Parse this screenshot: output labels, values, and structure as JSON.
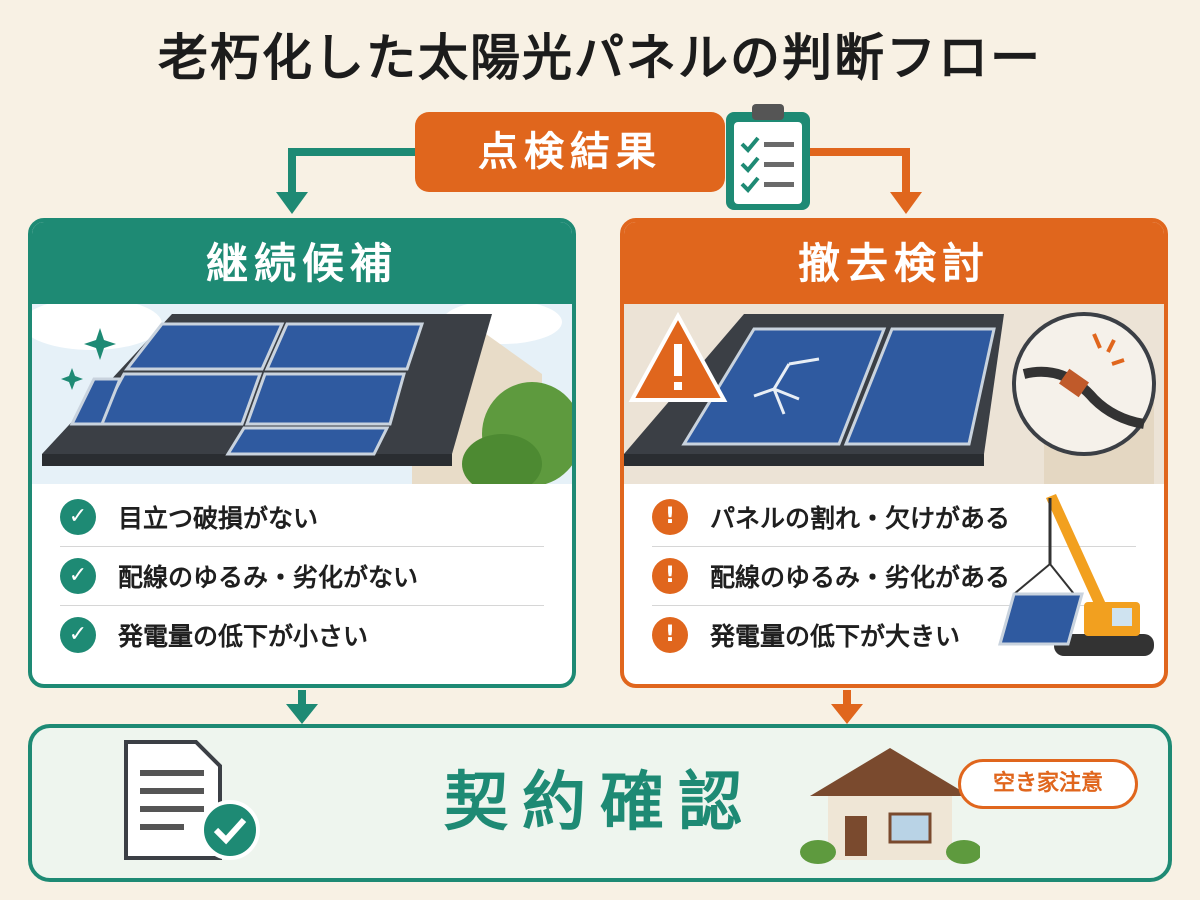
{
  "title": "老朽化した太陽光パネルの判断フロー",
  "inspection": {
    "label": "点検結果"
  },
  "keep": {
    "label": "継続候補",
    "items": [
      "目立つ破損がない",
      "配線のゆるみ・劣化がない",
      "発電量の低下が小さい"
    ]
  },
  "remove": {
    "label": "撤去検討",
    "items": [
      "パネルの割れ・欠けがある",
      "配線のゆるみ・劣化がある",
      "発電量の低下が大きい"
    ]
  },
  "contract": {
    "label": "契約確認",
    "note": "空き家注意"
  },
  "colors": {
    "green": "#1e8a74",
    "orange": "#e0661d",
    "background": "#f8f1e4"
  },
  "icons": [
    "clipboard-icon",
    "sparkle-icon",
    "warning-icon",
    "crane-icon",
    "document-check-icon",
    "house-icon"
  ]
}
